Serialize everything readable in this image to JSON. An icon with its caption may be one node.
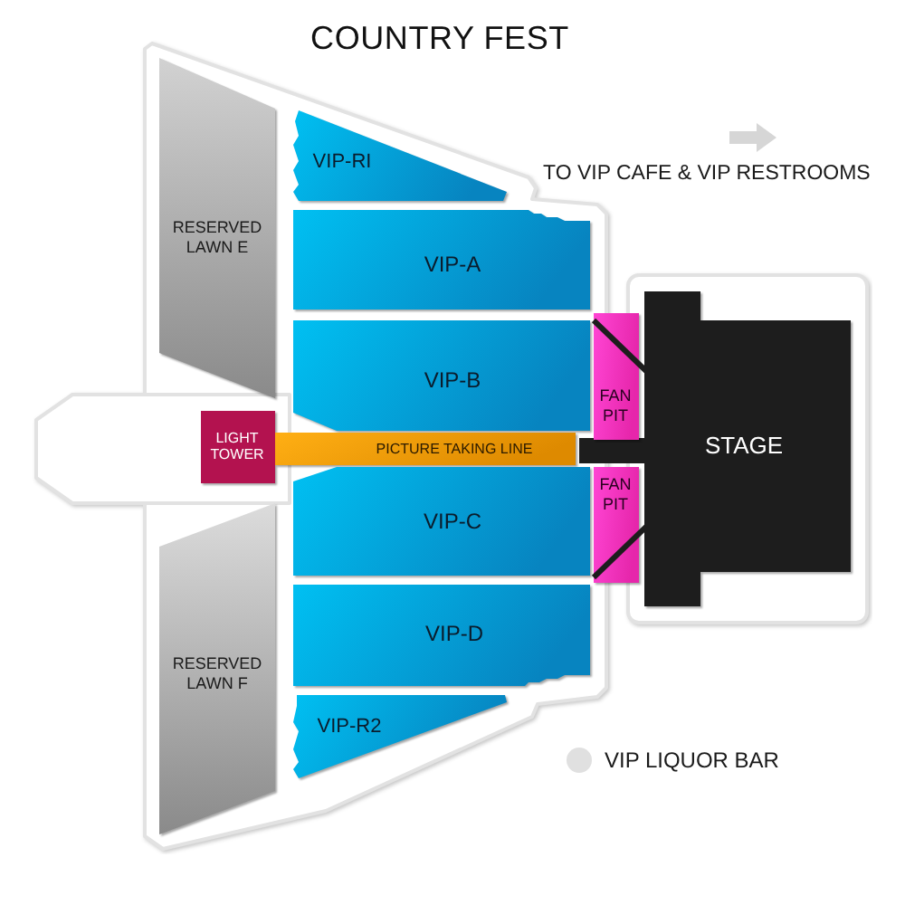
{
  "diagram": {
    "title": "COUNTRY FEST",
    "nodes": [
      {
        "text": [
          "RESERVED LAWN E"
        ]
      },
      {
        "text": [
          "VIP-RI"
        ]
      },
      {
        "text": [
          "VIP-A"
        ]
      },
      {
        "text": [
          "VIP-B"
        ]
      },
      {
        "text": [
          "FAN PIT"
        ]
      },
      {
        "text": [
          "LIGHT TOWER"
        ]
      },
      {
        "text": [
          "PICTURE TAKING LINE"
        ]
      },
      {
        "text": [
          "STAGE"
        ]
      },
      {
        "text": [
          "FAN PIT"
        ]
      },
      {
        "text": [
          "VIP-C"
        ]
      },
      {
        "text": [
          "RESERVED LAWN F"
        ]
      },
      {
        "text": [
          "VIP-D"
        ]
      },
      {
        "text": [
          "VIP-R2"
        ]
      }
    ],
    "labels": [
      "TO VIP CAFE & VIP RESTROOMS"
    ],
    "legend": [
      {
        "text": "VIP LIQUOR BAR",
        "color": "#e0e0e0"
      }
    ]
  }
}
